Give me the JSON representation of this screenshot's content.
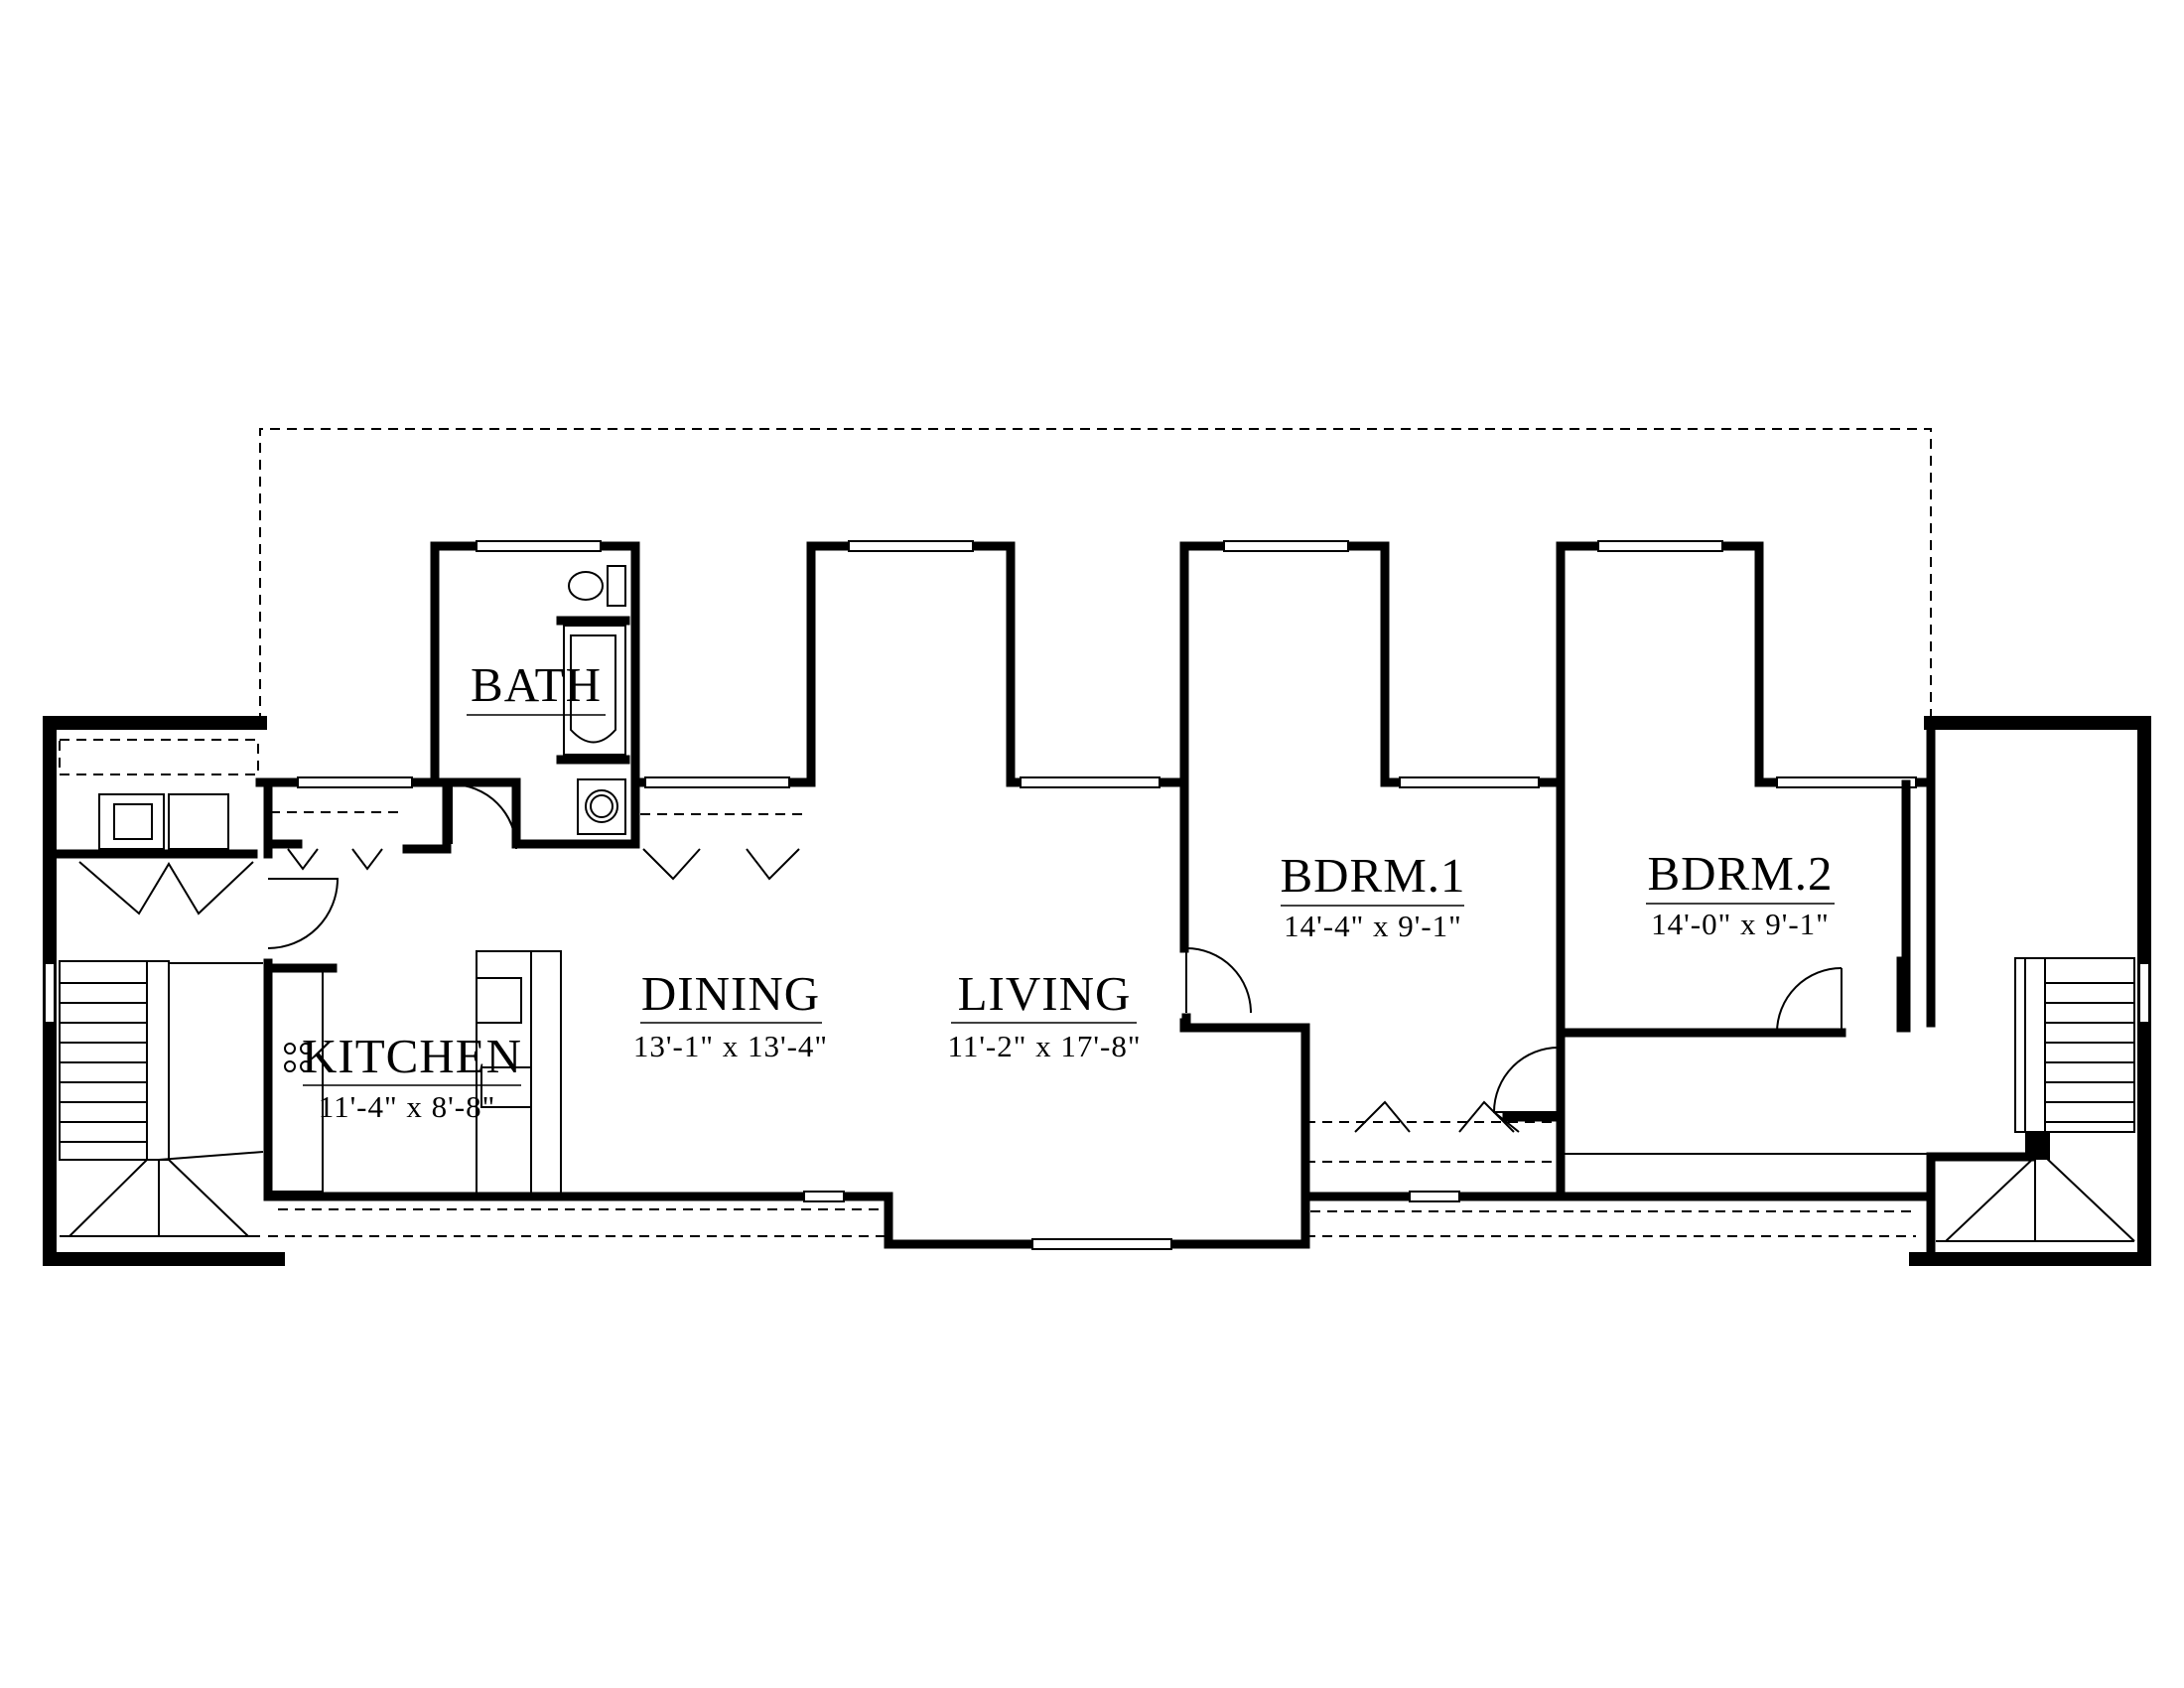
{
  "rooms": {
    "bath": {
      "name": "BATH"
    },
    "bdrm1": {
      "name": "BDRM.1",
      "dims": "14'-4\" x 9'-1\""
    },
    "bdrm2": {
      "name": "BDRM.2",
      "dims": "14'-0\" x 9'-1\""
    },
    "dining": {
      "name": "DINING",
      "dims": "13'-1\" x 13'-4\""
    },
    "living": {
      "name": "LIVING",
      "dims": "11'-2\" x 17'-8\""
    },
    "kitchen": {
      "name": "KITCHEN",
      "dims": "11'-4\" x 8'-8\""
    }
  }
}
